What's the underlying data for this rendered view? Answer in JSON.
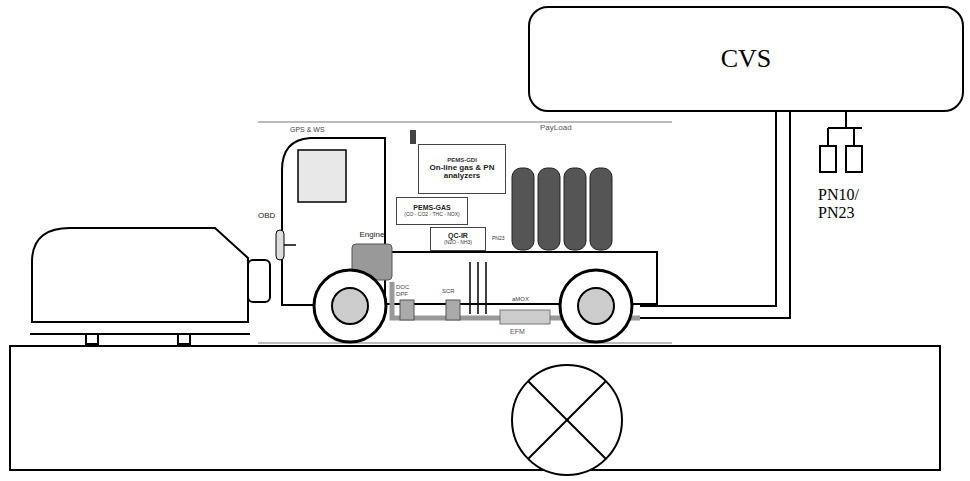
{
  "diagram": {
    "nodes": [
      {
        "text": [
          "CVS"
        ]
      },
      {
        "text": [
          "PEMS-GDI",
          "On-line gas & PN analyzers"
        ]
      },
      {
        "text": [
          "PEMS-GAS",
          "(CO - CO2 - THC - NOX)"
        ]
      },
      {
        "text": [
          "QC-IR",
          "(N2O - NH3)"
        ]
      },
      {
        "text": [
          "Engine"
        ]
      }
    ],
    "labels": [
      "GPS & WS",
      "PayLoad",
      "OBD",
      "DOC",
      "DPF",
      "SCR",
      "aMOX",
      "EFM",
      "PN23",
      "PN10/ PN23"
    ]
  }
}
